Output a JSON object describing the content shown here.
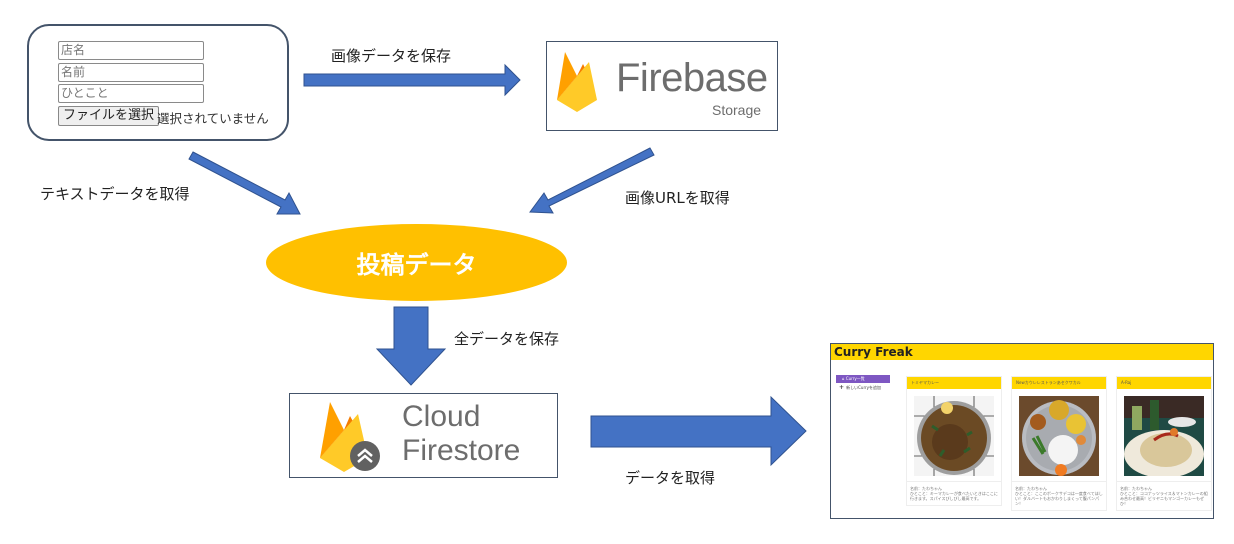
{
  "form": {
    "fields": [
      {
        "placeholder": "店名"
      },
      {
        "placeholder": "名前"
      },
      {
        "placeholder": "ひとこと"
      }
    ],
    "file_button_label": "ファイルを選択",
    "file_status": "選択されていません"
  },
  "firebase_storage": {
    "title": "Firebase",
    "subtitle": "Storage",
    "icon": "firebase-flame-icon"
  },
  "cloud_firestore": {
    "title_line1": "Cloud",
    "title_line2": "Firestore",
    "icon": "firestore-flame-icon"
  },
  "post_data": {
    "label": "投稿データ"
  },
  "arrows": {
    "save_image": "画像データを保存",
    "get_text": "テキストデータを取得",
    "get_image_url": "画像URLを取得",
    "save_all": "全データを保存",
    "get_data": "データを取得"
  },
  "colors": {
    "arrow_blue": "#4472c4",
    "arrow_border": "#2f528f",
    "ellipse_yellow": "#ffc000",
    "box_border": "#44546a",
    "app_header_yellow": "#ffd600",
    "app_nav_purple": "#7e57c2"
  },
  "app_screenshot": {
    "title": "Curry Freak",
    "nav": [
      {
        "label": "Curry一覧",
        "icon": "home-icon",
        "active": true
      },
      {
        "label": "新しいCurryを追加",
        "icon": "plus-icon",
        "active": false
      }
    ],
    "cards": [
      {
        "shop": "トミヤマカレー",
        "name_line": "名前：たわちゃん",
        "comment_line": "ひとこと：キーマカレーが食べたいときはここに行きます。スパイスびしびし最高です。"
      },
      {
        "shop": "Newカウレレストランあセクワカル",
        "name_line": "名前：たわちゃん",
        "comment_line": "ひとこと：ここのポークサデコは一度食べてほしい！ダルバートもおかわりしまくって腹パンパン！"
      },
      {
        "shop": "A-Raj",
        "name_line": "名前：たわちゃん",
        "comment_line": "ひとこと：ココナッツライス＆マトンカレーの組み合わせ最高！ビリヤニもマンゴーカレーもぜひ！"
      }
    ]
  }
}
